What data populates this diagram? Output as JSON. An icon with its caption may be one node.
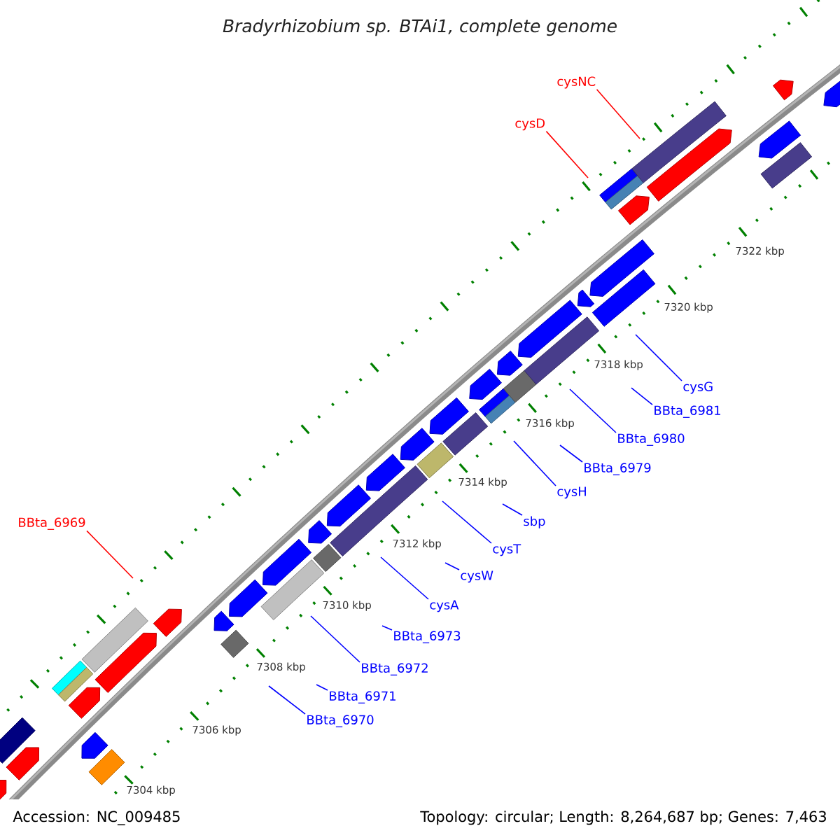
{
  "diagram": {
    "title": "Bradyrhizobium sp. BTAi1, complete genome",
    "nodes": [
      {
        "text": [
          "cysNC"
        ]
      },
      {
        "text": [
          "cysD"
        ]
      },
      {
        "text": [
          "BBta_6969"
        ]
      },
      {
        "text": [
          "cysG"
        ]
      },
      {
        "text": [
          "BBta_6981"
        ]
      },
      {
        "text": [
          "BBta_6980"
        ]
      },
      {
        "text": [
          "BBta_6979"
        ]
      },
      {
        "text": [
          "cysH"
        ]
      },
      {
        "text": [
          "sbp"
        ]
      },
      {
        "text": [
          "cysT"
        ]
      },
      {
        "text": [
          "cysW"
        ]
      },
      {
        "text": [
          "cysA"
        ]
      },
      {
        "text": [
          "BBta_6973"
        ]
      },
      {
        "text": [
          "BBta_6972"
        ]
      },
      {
        "text": [
          "BBta_6971"
        ]
      },
      {
        "text": [
          "BBta_6970"
        ]
      }
    ],
    "edges": [
      {
        "from": 0,
        "to": null,
        "arrow": "none",
        "color": "#ff0000"
      },
      {
        "from": 1,
        "to": null,
        "arrow": "none",
        "color": "#ff0000"
      },
      {
        "from": 2,
        "to": null,
        "arrow": "none",
        "color": "#ff0000"
      },
      {
        "from": 3,
        "to": null,
        "arrow": "none"
      },
      {
        "from": 4,
        "to": null,
        "arrow": "none"
      },
      {
        "from": 5,
        "to": null,
        "arrow": "none"
      },
      {
        "from": 6,
        "to": null,
        "arrow": "none"
      },
      {
        "from": 7,
        "to": null,
        "arrow": "none"
      },
      {
        "from": 8,
        "to": null,
        "arrow": "none"
      },
      {
        "from": 9,
        "to": null,
        "arrow": "none"
      },
      {
        "from": 10,
        "to": null,
        "arrow": "none"
      },
      {
        "from": 11,
        "to": null,
        "arrow": "none"
      },
      {
        "from": 12,
        "to": null,
        "arrow": "none"
      },
      {
        "from": 13,
        "to": null,
        "arrow": "none"
      },
      {
        "from": 14,
        "to": null,
        "arrow": "none"
      },
      {
        "from": 15,
        "to": null,
        "arrow": "none"
      }
    ],
    "labels": [
      "7322 kbp",
      "7320 kbp",
      "7318 kbp",
      "7316 kbp",
      "7314 kbp",
      "7312 kbp",
      "7310 kbp",
      "7308 kbp",
      "7306 kbp",
      "7304 kbp",
      "Accession: NC_009485",
      "Topology: circular; Length: 8,264,687 bp; Genes: 7,463"
    ]
  }
}
